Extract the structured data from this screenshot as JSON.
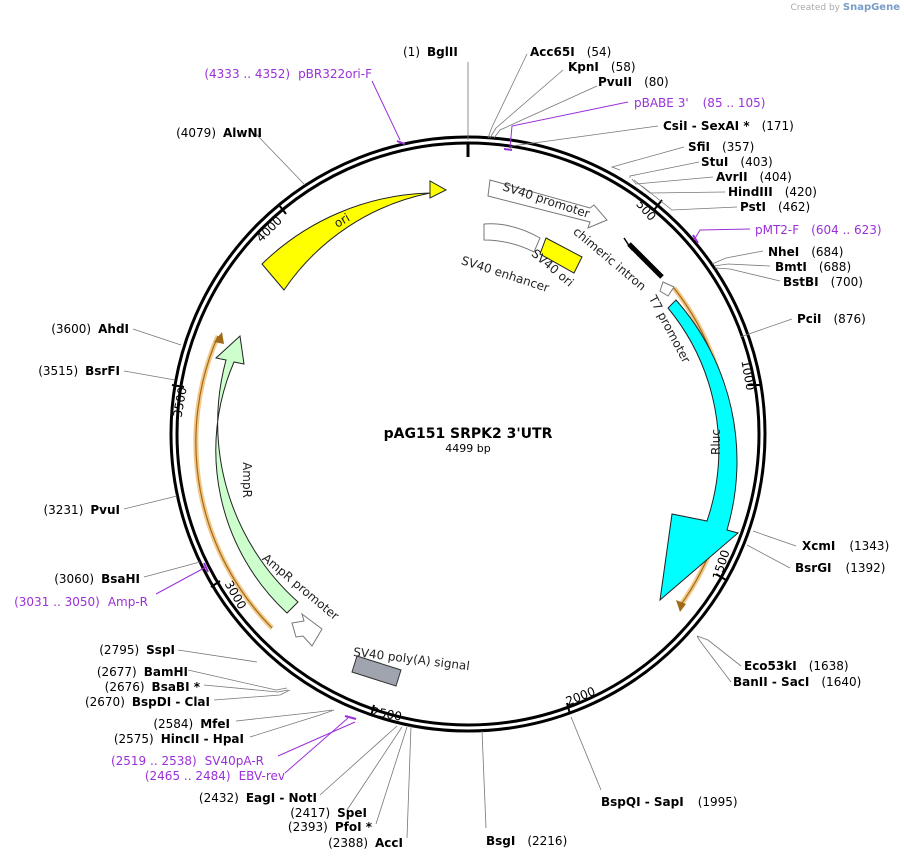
{
  "credit": {
    "prefix": "Created by",
    "brand": "SnapGene"
  },
  "plasmid": {
    "name": "pAG151 SRPK2 3'UTR",
    "length_label": "4499 bp",
    "length": 4499
  },
  "ticks": [
    "500",
    "1000",
    "1500",
    "2000",
    "2500",
    "3000",
    "3500",
    "4000"
  ],
  "sites": [
    {
      "name": "BglII",
      "pos": "(1)"
    },
    {
      "name": "Acc65I",
      "pos": "(54)"
    },
    {
      "name": "KpnI",
      "pos": "(58)"
    },
    {
      "name": "PvuII",
      "pos": "(80)"
    },
    {
      "name": "CsiI  -  SexAI *",
      "pos": "(171)"
    },
    {
      "name": "SfiI",
      "pos": "(357)"
    },
    {
      "name": "StuI",
      "pos": "(403)"
    },
    {
      "name": "AvrII",
      "pos": "(404)"
    },
    {
      "name": "HindIII",
      "pos": "(420)"
    },
    {
      "name": "PstI",
      "pos": "(462)"
    },
    {
      "name": "NheI",
      "pos": "(684)"
    },
    {
      "name": "BmtI",
      "pos": "(688)"
    },
    {
      "name": "BstBI",
      "pos": "(700)"
    },
    {
      "name": "PciI",
      "pos": "(876)"
    },
    {
      "name": "XcmI",
      "pos": "(1343)"
    },
    {
      "name": "BsrGI",
      "pos": "(1392)"
    },
    {
      "name": "Eco53kI",
      "pos": "(1638)"
    },
    {
      "name": "BanII  -  SacI",
      "pos": "(1640)"
    },
    {
      "name": "BspQI  -  SapI",
      "pos": "(1995)"
    },
    {
      "name": "BsgI",
      "pos": "(2216)"
    },
    {
      "name": "AccI",
      "pos": "(2388)"
    },
    {
      "name": "PfoI *",
      "pos": "(2393)"
    },
    {
      "name": "SpeI",
      "pos": "(2417)"
    },
    {
      "name": "EagI  -  NotI",
      "pos": "(2432)"
    },
    {
      "name": "HincII  -  HpaI",
      "pos": "(2575)"
    },
    {
      "name": "MfeI",
      "pos": "(2584)"
    },
    {
      "name": "BspDI  -  ClaI",
      "pos": "(2670)"
    },
    {
      "name": "BsaBI *",
      "pos": "(2676)"
    },
    {
      "name": "BamHI",
      "pos": "(2677)"
    },
    {
      "name": "SspI",
      "pos": "(2795)"
    },
    {
      "name": "BsaHI",
      "pos": "(3060)"
    },
    {
      "name": "PvuI",
      "pos": "(3231)"
    },
    {
      "name": "BsrFI",
      "pos": "(3515)"
    },
    {
      "name": "AhdI",
      "pos": "(3600)"
    },
    {
      "name": "AlwNI",
      "pos": "(4079)"
    }
  ],
  "primers": [
    {
      "name": "pBR322ori-F",
      "range": "(4333 .. 4352)"
    },
    {
      "name": "pBABE 3'",
      "range": "(85 .. 105)"
    },
    {
      "name": "pMT2-F",
      "range": "(604 .. 623)"
    },
    {
      "name": "Amp-R",
      "range": "(3031 .. 3050)"
    },
    {
      "name": "SV40pA-R",
      "range": "(2519 .. 2538)"
    },
    {
      "name": "EBV-rev",
      "range": "(2465 .. 2484)"
    }
  ],
  "features": [
    {
      "name": "ori",
      "color": "#ffff00"
    },
    {
      "name": "SV40 promoter",
      "color": "#ffffff"
    },
    {
      "name": "SV40 enhancer",
      "color": "#ffffff"
    },
    {
      "name": "SV40 ori",
      "color": "#ffff00"
    },
    {
      "name": "chimeric intron",
      "color": "#000000"
    },
    {
      "name": "T7 promoter",
      "color": "#ffffff"
    },
    {
      "name": "Rluc",
      "color": "#00ffff"
    },
    {
      "name": "AmpR",
      "color": "#ccffcc"
    },
    {
      "name": "AmpR promoter",
      "color": "#ffffff"
    },
    {
      "name": "SV40 poly(A) signal",
      "color": "#a0a4ae"
    }
  ]
}
